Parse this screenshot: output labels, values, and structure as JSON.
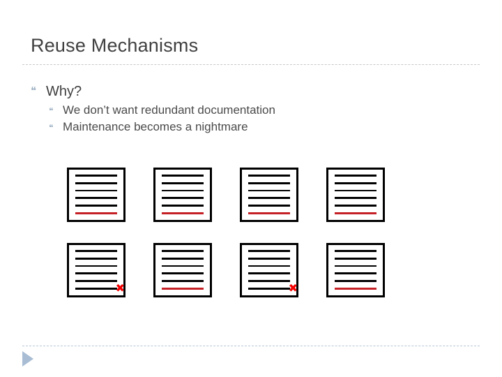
{
  "slide": {
    "title": "Reuse Mechanisms",
    "background_color": "#ffffff",
    "title_color": "#404040",
    "accent_color": "#c42026",
    "bullet_mark_color": "#9fb2c4",
    "footer_arrow_color": "#a8bdd4",
    "divider_color": "#c9c9c9"
  },
  "bullets": {
    "mark_glyph": "❝",
    "level1": [
      {
        "text": "Why?"
      }
    ],
    "level2": [
      {
        "text": "We don’t want redundant documentation"
      },
      {
        "text": "Maintenance becomes a nightmare"
      }
    ]
  },
  "documents": {
    "x_mark_glyph": "✖",
    "rows": [
      {
        "items": [
          {
            "black_lines": 5,
            "last_line_color": "#c42026",
            "has_x_mark": false
          },
          {
            "black_lines": 5,
            "last_line_color": "#c42026",
            "has_x_mark": false
          },
          {
            "black_lines": 5,
            "last_line_color": "#c42026",
            "has_x_mark": false
          },
          {
            "black_lines": 5,
            "last_line_color": "#c42026",
            "has_x_mark": false
          }
        ]
      },
      {
        "items": [
          {
            "black_lines": 5,
            "last_line_color": "#000000",
            "has_x_mark": true
          },
          {
            "black_lines": 5,
            "last_line_color": "#c42026",
            "has_x_mark": false
          },
          {
            "black_lines": 5,
            "last_line_color": "#000000",
            "has_x_mark": true
          },
          {
            "black_lines": 5,
            "last_line_color": "#c42026",
            "has_x_mark": false
          }
        ]
      }
    ]
  },
  "footer": {
    "arrow_name": "play-triangle-icon"
  }
}
